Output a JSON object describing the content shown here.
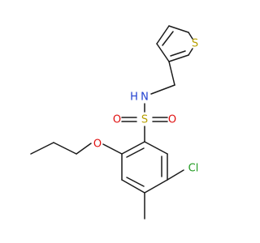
{
  "molecule": {
    "atoms": {
      "S_thiophene": "S",
      "N": "N",
      "H": "H",
      "S_sulfonyl": "S",
      "O_sulfonyl_left": "O",
      "O_sulfonyl_right": "O",
      "O_ether": "O",
      "Cl": "Cl"
    },
    "colors": {
      "bond": "#1a1a1a",
      "sulfur": "#b8a000",
      "nitrogen": "#1f3fd0",
      "oxygen": "#e01010",
      "chlorine": "#1f9a1f"
    }
  }
}
